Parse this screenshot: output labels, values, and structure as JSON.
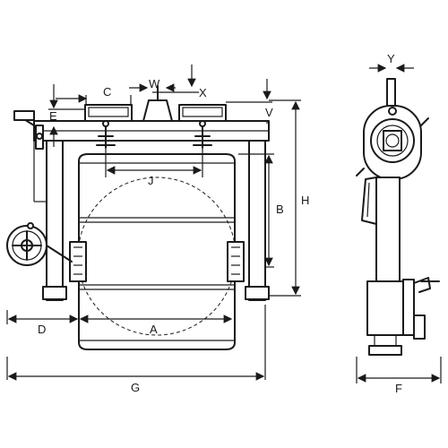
{
  "labels": {
    "A": "A",
    "B": "B",
    "C": "C",
    "D": "D",
    "E": "E",
    "F": "F",
    "G": "G",
    "H": "H",
    "J": "J",
    "V": "V",
    "W": "W",
    "X": "X",
    "Y": "Y"
  },
  "colors": {
    "line": "#1a1a1a",
    "background": "#ffffff"
  }
}
